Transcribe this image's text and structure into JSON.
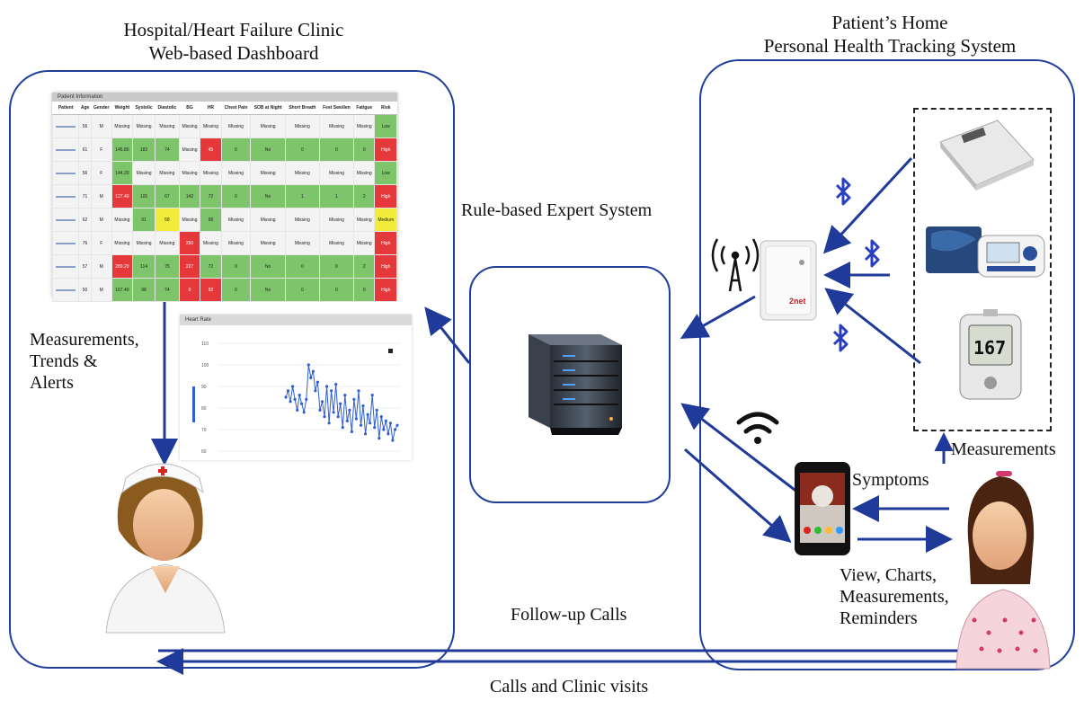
{
  "titles": {
    "hospital_line1": "Hospital/Heart Failure Clinic",
    "hospital_line2": "Web-based Dashboard",
    "home_line1": "Patient’s Home",
    "home_line2": "Personal Health Tracking System"
  },
  "labels": {
    "measurements_trends_alerts": [
      "Measurements,",
      "Trends &",
      "Alerts"
    ],
    "rule_based": "Rule-based Expert System",
    "measurements": "Measurements",
    "symptoms": "Symptoms",
    "view_charts": [
      "View, Charts,",
      "Measurements,",
      "Reminders"
    ],
    "follow_up": "Follow-up Calls",
    "calls_visits": "Calls and Clinic visits"
  },
  "dashboard": {
    "caption": "Patient Information",
    "headers": [
      "Patient",
      "Age",
      "Gender",
      "Weight",
      "Systolic",
      "Diastolic",
      "BG",
      "HR",
      "Chest Pain",
      "SOB at Night",
      "Short Breath",
      "Feet Swollen",
      "Fatigue",
      "Risk"
    ],
    "rows": [
      {
        "cells": [
          "",
          "56",
          "M",
          "Missing",
          "Missing",
          "Missing",
          "Missing",
          "Missing",
          "Missing",
          "Missing",
          "Missing",
          "Missing",
          "Missing",
          "Low"
        ],
        "colors": [
          "w",
          "w",
          "w",
          "w",
          "w",
          "w",
          "w",
          "w",
          "w",
          "w",
          "w",
          "w",
          "w",
          "g"
        ]
      },
      {
        "cells": [
          "",
          "61",
          "F",
          "145.80",
          "182",
          "74",
          "Missing",
          "45",
          "0",
          "No",
          "0",
          "0",
          "0",
          "High"
        ],
        "colors": [
          "w",
          "w",
          "w",
          "g",
          "g",
          "g",
          "w",
          "r",
          "g",
          "g",
          "g",
          "g",
          "g",
          "r"
        ]
      },
      {
        "cells": [
          "",
          "56",
          "F",
          "144.20",
          "Missing",
          "Missing",
          "Missing",
          "Missing",
          "Missing",
          "Missing",
          "Missing",
          "Missing",
          "Missing",
          "Low"
        ],
        "colors": [
          "w",
          "w",
          "w",
          "g",
          "w",
          "w",
          "w",
          "w",
          "w",
          "w",
          "w",
          "w",
          "w",
          "g"
        ]
      },
      {
        "cells": [
          "",
          "71",
          "M",
          "127.40",
          "105",
          "67",
          "142",
          "72",
          "0",
          "No",
          "1",
          "1",
          "2",
          "High"
        ],
        "colors": [
          "w",
          "w",
          "w",
          "r",
          "g",
          "g",
          "g",
          "g",
          "g",
          "g",
          "g",
          "g",
          "g",
          "r"
        ]
      },
      {
        "cells": [
          "",
          "62",
          "M",
          "Missing",
          "91",
          "58",
          "Missing",
          "68",
          "Missing",
          "Missing",
          "Missing",
          "Missing",
          "Missing",
          "Medium"
        ],
        "colors": [
          "w",
          "w",
          "w",
          "w",
          "g",
          "y",
          "w",
          "g",
          "w",
          "w",
          "w",
          "w",
          "w",
          "y"
        ]
      },
      {
        "cells": [
          "",
          "76",
          "F",
          "Missing",
          "Missing",
          "Missing",
          "250",
          "Missing",
          "Missing",
          "Missing",
          "Missing",
          "Missing",
          "Missing",
          "High"
        ],
        "colors": [
          "w",
          "w",
          "w",
          "w",
          "w",
          "w",
          "r",
          "w",
          "w",
          "w",
          "w",
          "w",
          "w",
          "r"
        ]
      },
      {
        "cells": [
          "",
          "57",
          "M",
          "289.20",
          "114",
          "75",
          "227",
          "72",
          "0",
          "No",
          "0",
          "0",
          "2",
          "High"
        ],
        "colors": [
          "w",
          "w",
          "w",
          "r",
          "g",
          "g",
          "r",
          "g",
          "g",
          "g",
          "g",
          "g",
          "g",
          "r"
        ]
      },
      {
        "cells": [
          "",
          "50",
          "M",
          "167.40",
          "98",
          "74",
          "0",
          "92",
          "0",
          "No",
          "0",
          "0",
          "0",
          "High"
        ],
        "colors": [
          "w",
          "w",
          "w",
          "g",
          "g",
          "g",
          "r",
          "r",
          "g",
          "g",
          "g",
          "g",
          "g",
          "r"
        ]
      }
    ]
  },
  "heart_rate_chart": {
    "caption": "Heart Rate",
    "y_ticks": [
      "110",
      "100",
      "90",
      "80",
      "70",
      "60"
    ],
    "ylim": [
      60,
      110
    ],
    "values": [
      85,
      88,
      83,
      90,
      84,
      79,
      86,
      82,
      78,
      84,
      100,
      94,
      97,
      88,
      92,
      79,
      83,
      76,
      90,
      73,
      88,
      78,
      91,
      76,
      82,
      71,
      86,
      74,
      79,
      69,
      84,
      75,
      88,
      72,
      81,
      68,
      77,
      73,
      86,
      71,
      79,
      66,
      76,
      70,
      74,
      68,
      73,
      65,
      70,
      72
    ]
  },
  "devices": {
    "hub_brand": "2net",
    "glucometer_reading": "167"
  },
  "colors": {
    "panel_border": "#1f3f9a",
    "arrow": "#1f3a98",
    "bluetooth": "#2a3fbf"
  }
}
